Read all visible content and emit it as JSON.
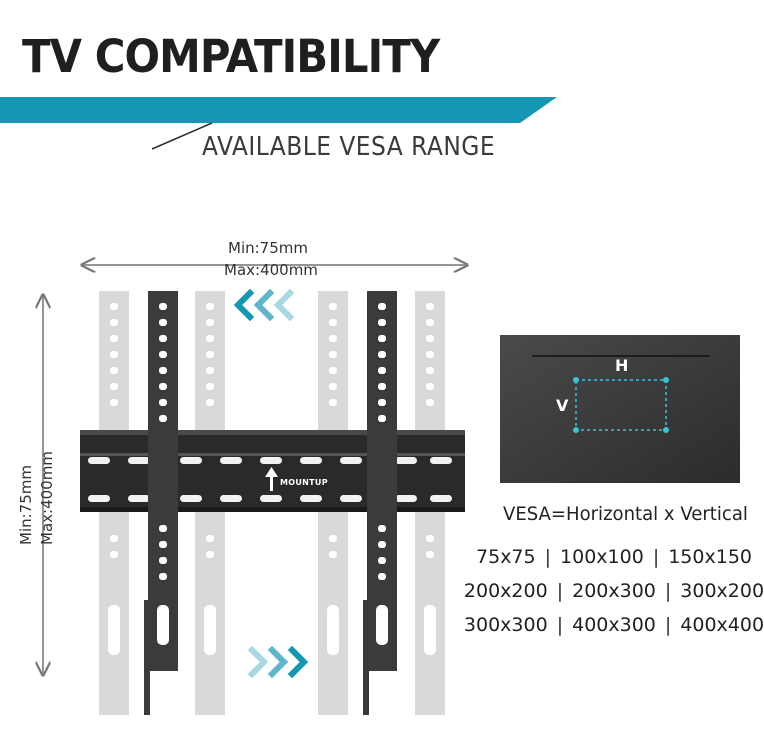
{
  "title": "TV COMPATIBILITY",
  "subtitle": "AVAILABLE VESA RANGE",
  "range": {
    "horizontal_min": "Min:75mm",
    "horizontal_max": "Max:400mm",
    "vertical_min": "Min:75mm",
    "vertical_max": "Max:400mm"
  },
  "bracket_logo": "MOUNTUP",
  "tv": {
    "h_label": "H",
    "v_label": "V"
  },
  "formula": "VESA=Horizontal x Vertical",
  "vesa_sizes": [
    [
      "75x75",
      "100x100",
      "150x150"
    ],
    [
      "200x200",
      "200x300",
      "300x200"
    ],
    [
      "300x300",
      "400x300",
      "400x400"
    ]
  ],
  "colors": {
    "accent": "#1596b2",
    "dark_arm": "#3b3b3b",
    "light_arm": "#d6d6d6",
    "plate": "#2a2a2a"
  }
}
